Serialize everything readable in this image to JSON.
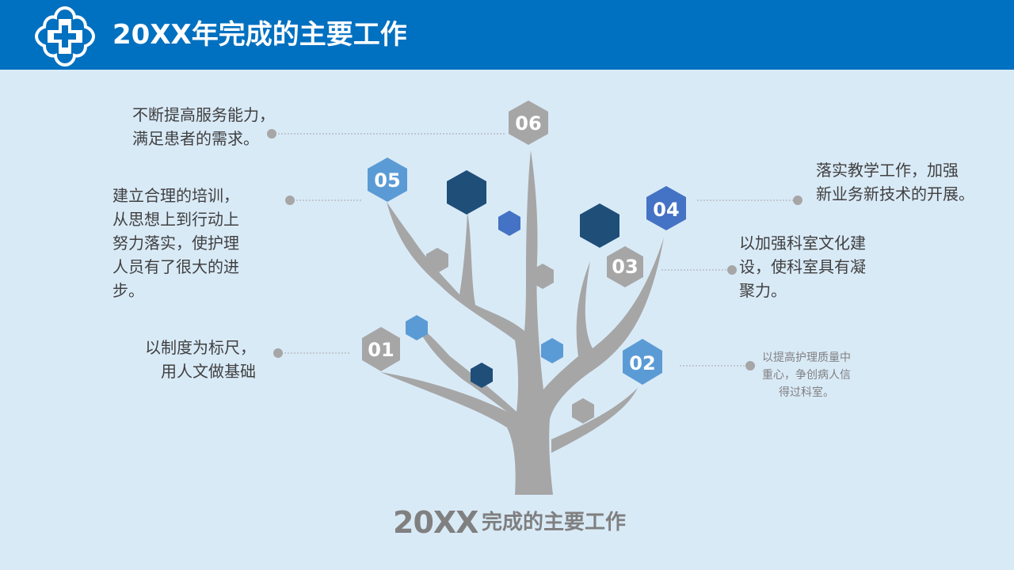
{
  "header": {
    "title": "20XX年完成的主要工作",
    "logo_icon": "medical-cross-icon"
  },
  "colors": {
    "header_bg": "#0070c0",
    "page_bg": "#d9eaf7",
    "tree": "#a6a6a6",
    "hex_light": "#5b9bd5",
    "hex_dark": "#1f4e79",
    "hex_mid": "#4472c4"
  },
  "nodes": [
    {
      "label": "01"
    },
    {
      "label": "02"
    },
    {
      "label": "03"
    },
    {
      "label": "04"
    },
    {
      "label": "05"
    },
    {
      "label": "06"
    }
  ],
  "notes": {
    "n06": "不断提高服务能力，\n满足患者的需求。",
    "n05": "建立合理的培训，\n从思想上到行动上\n努力落实，使护理\n人员有了很大的进\n步。",
    "n01": "以制度为标尺，\n用人文做基础",
    "n04": "落实教学工作，加强\n新业务新技术的开展。",
    "n03": "以加强科室文化建\n设，使科室具有凝\n聚力。",
    "n02": "以提高护理质量中\n重心，争创病人信\n得过科室。"
  },
  "footer": {
    "year": "20XX",
    "text": "完成的主要工作"
  }
}
